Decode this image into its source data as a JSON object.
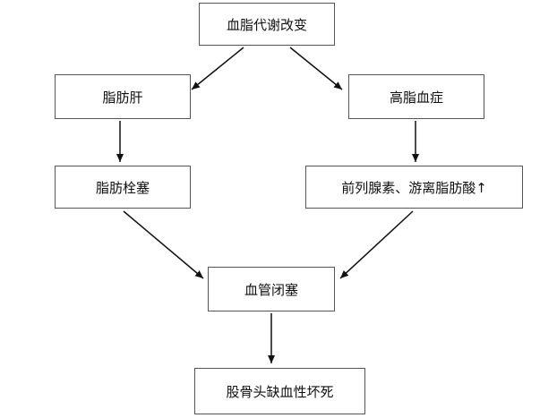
{
  "nodes": {
    "lipid_metabolism": "血脂代谢改变",
    "fatty_liver": "脂肪肝",
    "hyperlipidemia": "高脂血症",
    "fat_embolism": "脂肪栓塞",
    "prostaglandin": "前列腺素、游离脂肪酸↑",
    "vascular_occlusion": "血管闭塞",
    "femoral_head_necrosis": "股骨头缺血性坏死"
  },
  "edges": [
    {
      "from": "lipid_metabolism",
      "to": "fatty_liver"
    },
    {
      "from": "lipid_metabolism",
      "to": "hyperlipidemia"
    },
    {
      "from": "fatty_liver",
      "to": "fat_embolism"
    },
    {
      "from": "hyperlipidemia",
      "to": "prostaglandin"
    },
    {
      "from": "fat_embolism",
      "to": "vascular_occlusion"
    },
    {
      "from": "prostaglandin",
      "to": "vascular_occlusion"
    },
    {
      "from": "vascular_occlusion",
      "to": "femoral_head_necrosis"
    }
  ],
  "colors": {
    "box_border": "#555555",
    "arrow": "#111111",
    "text": "#111111",
    "background": "#ffffff"
  }
}
